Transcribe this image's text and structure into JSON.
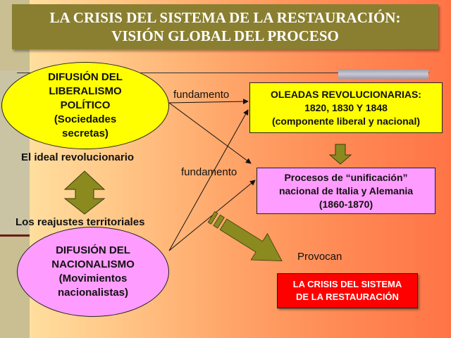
{
  "title": {
    "line1": "LA CRISIS DEL SISTEMA DE LA RESTAURACIÓN:",
    "line2": "VISIÓN GLOBAL DEL PROCESO"
  },
  "nodes": {
    "liberalismo": [
      "DIFUSIÓN DEL",
      "LIBERALISMO",
      "POLÍTICO",
      "(Sociedades",
      "secretas)"
    ],
    "nacionalismo": [
      "DIFUSIÓN DEL",
      "NACIONALISMO",
      "(Movimientos",
      "nacionalistas)"
    ],
    "oleadas": [
      "OLEADAS REVOLUCIONARIAS:",
      "1820, 1830 Y 1848",
      "(componente liberal y nacional)"
    ],
    "unificacion": [
      "Procesos de “unificación”",
      "nacional de Italia y Alemania",
      "(1860-1870)"
    ],
    "crisis": [
      "LA CRISIS DEL SISTEMA",
      "DE LA RESTAURACIÓN"
    ]
  },
  "labels": {
    "fundamento_top": "fundamento",
    "fundamento_mid": "fundamento",
    "ideal": "El ideal revolucionario",
    "reajustes": "Los reajustes territoriales",
    "provocan": "Provocan"
  },
  "colors": {
    "title_bg": "#8a7f30",
    "yellow": "#ffff00",
    "pink": "#ff9cff",
    "red": "#ff0000",
    "arrow_olive": "#8a8a1e"
  }
}
